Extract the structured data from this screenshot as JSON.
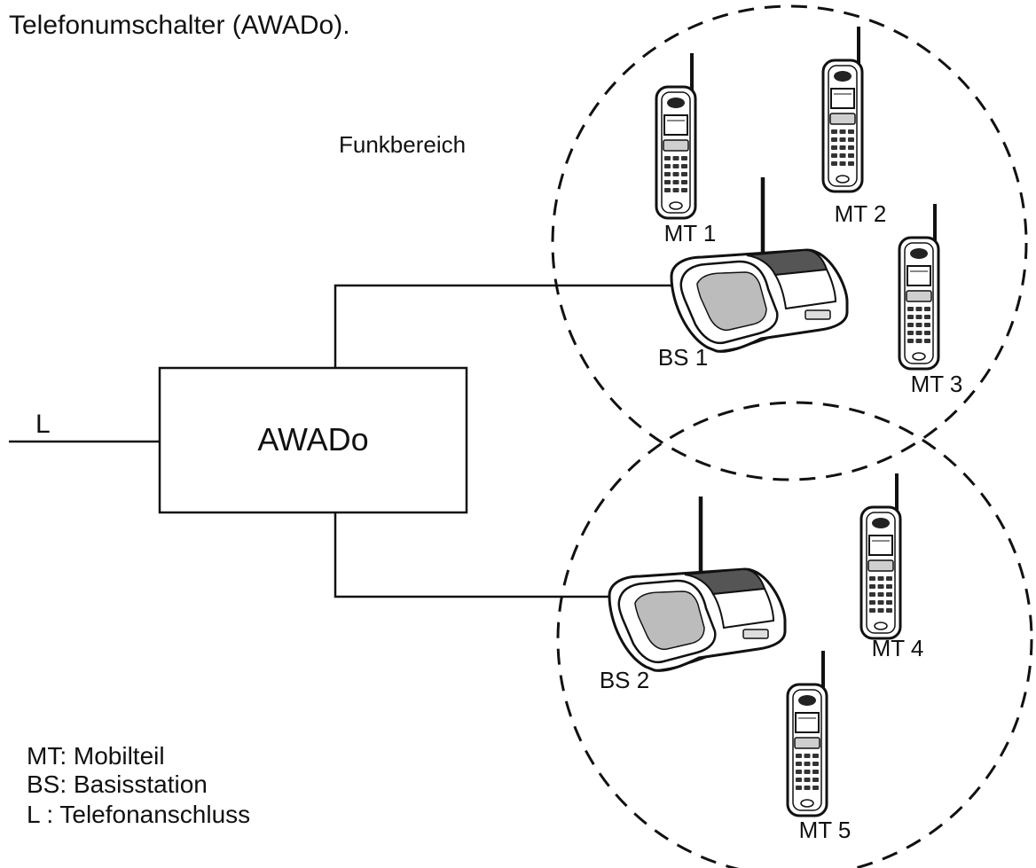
{
  "caption": "Telefonumschalter    (AWADo).",
  "switch_label": "AWADo",
  "line_label": "L",
  "area_label": "Funkbereich",
  "base_stations": [
    {
      "label": "BS 1"
    },
    {
      "label": "BS 2"
    }
  ],
  "handsets": [
    {
      "label": "MT 1"
    },
    {
      "label": "MT 2"
    },
    {
      "label": "MT 3"
    },
    {
      "label": "MT 4"
    },
    {
      "label": "MT 5"
    }
  ],
  "legend": [
    {
      "text": "MT:  Mobilteil"
    },
    {
      "text": "BS:  Basisstation"
    },
    {
      "text": "L :   Telefonanschluss"
    }
  ]
}
